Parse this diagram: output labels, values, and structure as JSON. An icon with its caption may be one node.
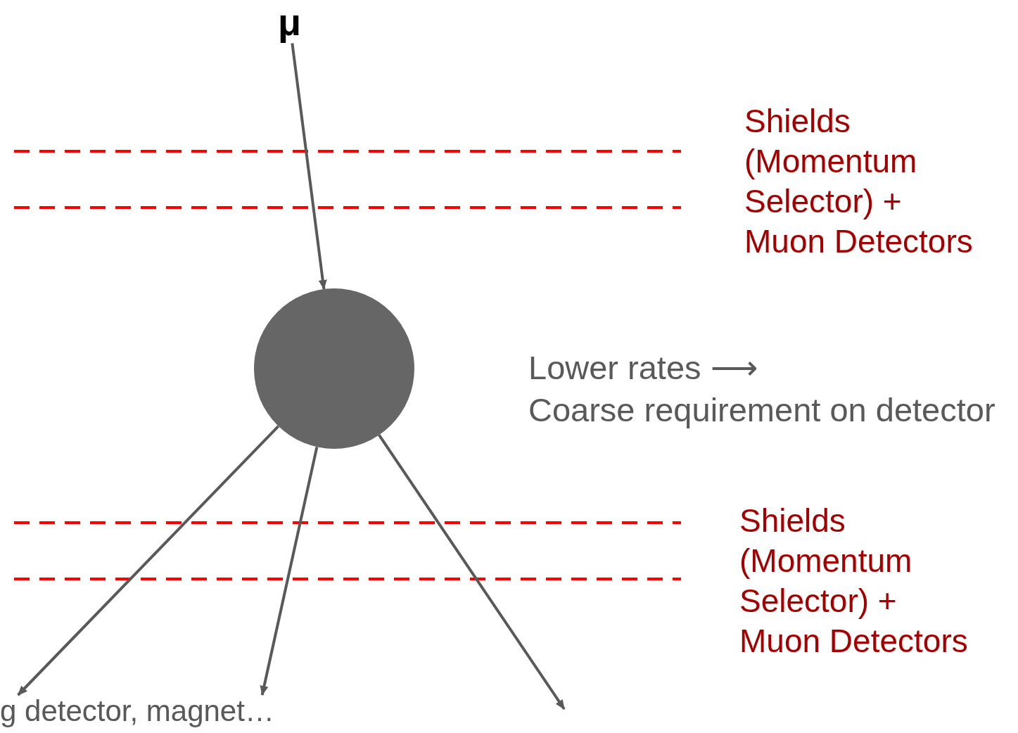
{
  "diagram": {
    "nodes": [
      {
        "text": [
          "μ"
        ]
      },
      {
        "text": [],
        "shape": "circle"
      },
      {
        "text": [
          "g detector, magnet…"
        ]
      }
    ],
    "edges": [
      {
        "from": 0,
        "to": 1,
        "arrow": "to"
      },
      {
        "from": 1,
        "to": 2,
        "arrow": "to"
      },
      {
        "from": 1,
        "to": 2,
        "arrow": "to"
      },
      {
        "from": 1,
        "to": null,
        "arrow": "to"
      }
    ],
    "labels": [
      "Shields (Momentum Selector) + Muon Detectors",
      "Lower rates ⟶",
      "Coarse requirement on detector",
      "Shields (Momentum Selector) + Muon Detectors"
    ]
  }
}
